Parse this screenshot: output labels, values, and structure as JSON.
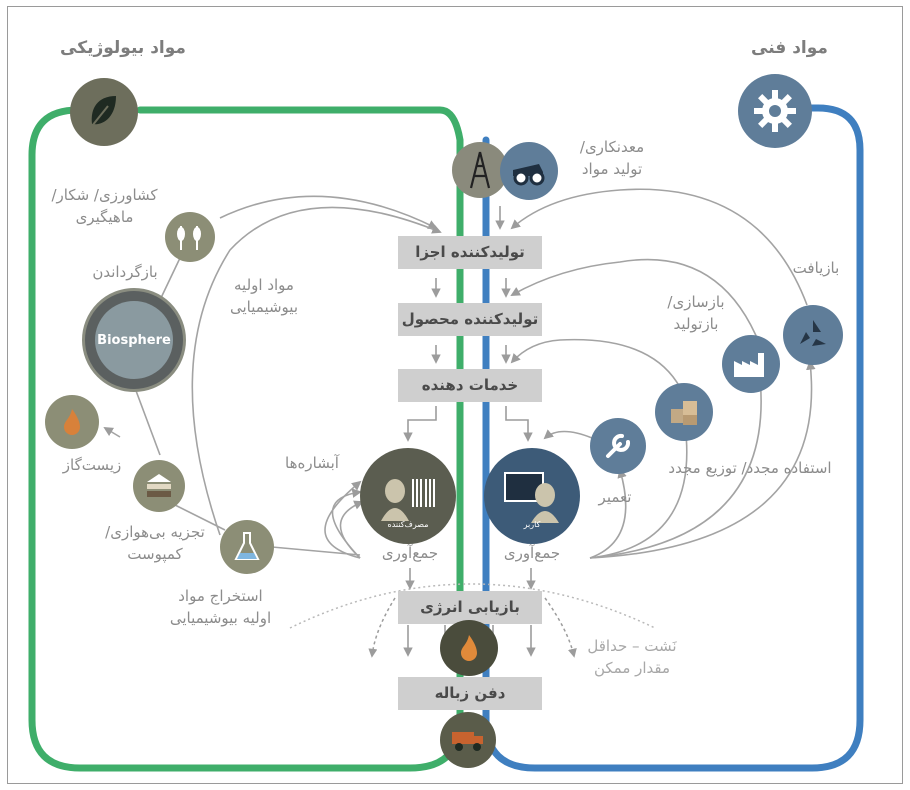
{
  "headers": {
    "biological": "مواد بیولوژیکی",
    "technical": "مواد فنی"
  },
  "stages": {
    "parts_manufacturer": "تولیدکننده اجزا",
    "product_manufacturer": "تولیدکننده محصول",
    "service_provider": "خدمات دهنده",
    "energy_recovery": "بازیابی انرژی",
    "landfill": "دفن زباله"
  },
  "bio": {
    "farming": [
      "کشاورزی/ شکار/",
      "ماهیگیری"
    ],
    "regeneration": "بازگرداندن",
    "biosphere": "Biosphere",
    "biochem_feedstock": [
      "مواد اولیه",
      "بیوشیمیایی"
    ],
    "biogas": "زیست‌گاز",
    "digestion": [
      "تجزیه بی‌هوازی/",
      "کمپوست"
    ],
    "extraction": [
      "استخراج مواد",
      "اولیه بیوشیمیایی"
    ],
    "cascades": "آبشاره‌ها",
    "consumer": "مصرف‌کننده",
    "collection": "جمع‌آوری"
  },
  "tech": {
    "mining": [
      "معدنکاری/",
      "تولید مواد"
    ],
    "recycle": "بازیافت",
    "refurbish": [
      "بازسازی/",
      "بازتولید"
    ],
    "reuse": "استفاده مجدد/ توزیع مجدد",
    "maintenance": "تعمیر",
    "user": "کاربر",
    "collection": "جمع‌آوری"
  },
  "leakage": [
    "نَشت – حداقل",
    "مقدار ممکن"
  ],
  "icons": {
    "leaf": "leaf-icon",
    "gear": "gear-icon",
    "oil_rig": "oil-rig-icon",
    "mining_truck": "mining-truck-icon",
    "wheat_fish": "wheat-fish-icon",
    "globe": "globe-icon",
    "fire": "fire-icon",
    "soil": "soil-layers-icon",
    "flask": "flask-icon",
    "consumer": "consumer-icon",
    "user": "user-computer-icon",
    "wrench": "wrench-icon",
    "boxes": "boxes-icon",
    "factory": "factory-icon",
    "recycle": "recycle-icon",
    "flame": "flame-icon",
    "truck": "truck-icon"
  },
  "colors": {
    "biological_loop": "#3fae6a",
    "technical_loop": "#3f7fc0",
    "stage_fill": "#cfcfcf",
    "arrow": "#9c9c9c"
  }
}
